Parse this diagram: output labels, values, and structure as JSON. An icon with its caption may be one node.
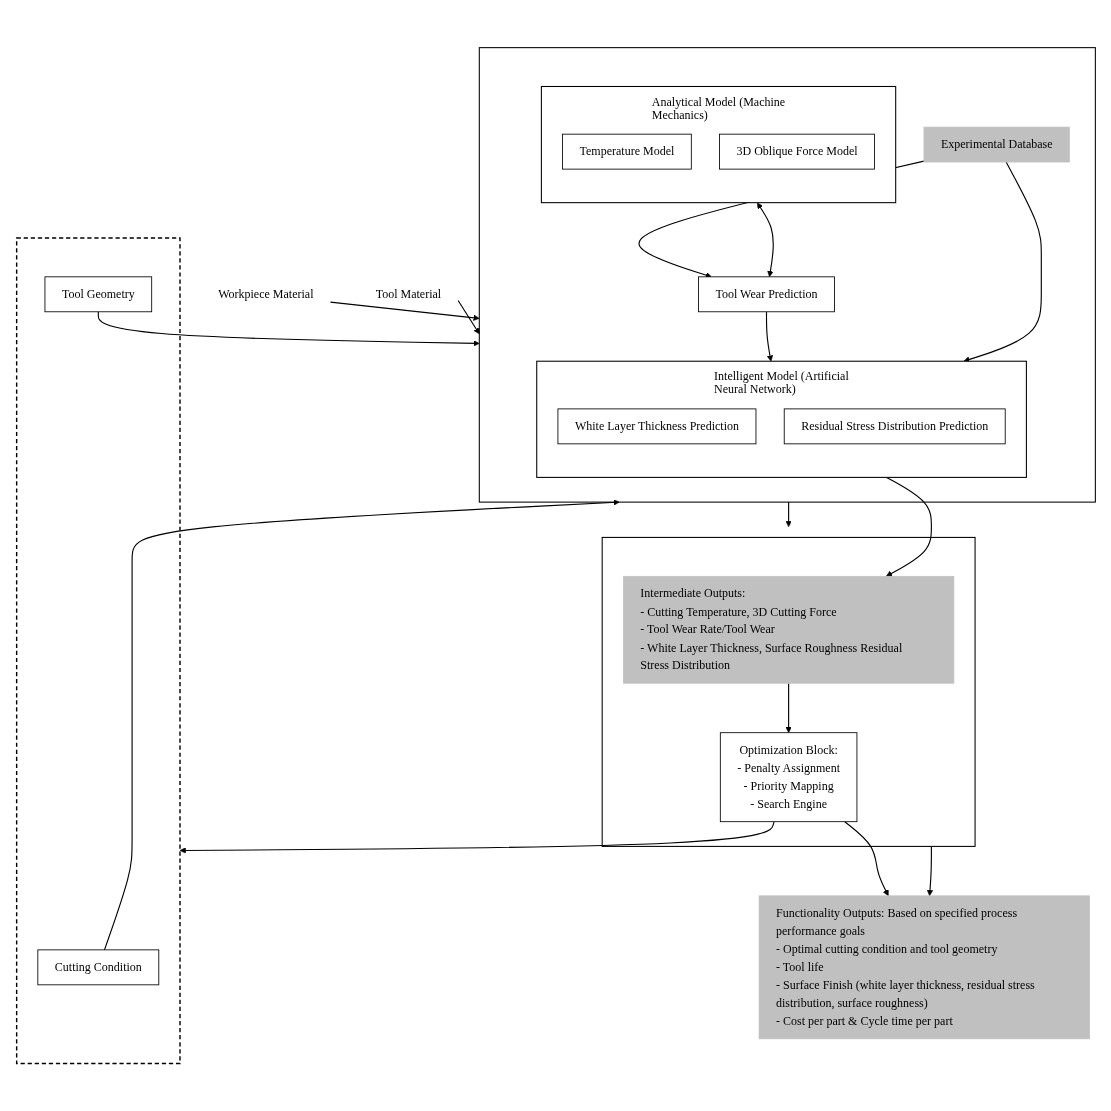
{
  "diagram": {
    "nodes": [
      {
        "text": [],
        "shape": "box"
      },
      {
        "text": [
          "Analytical Model (Machine Mechanics)"
        ],
        "in": 0
      },
      {
        "text": [
          "Temperature Model"
        ],
        "in": 1
      },
      {
        "text": [
          "3D Oblique Force Model"
        ],
        "in": 1
      },
      {
        "text": [
          "Intelligent Model (Artificial Neural Network)"
        ],
        "in": 0
      },
      {
        "text": [
          "White Layer Thickness Prediction"
        ],
        "in": 4
      },
      {
        "text": [
          "Residual Stress Distribution Prediction"
        ],
        "in": 4
      },
      {
        "text": [
          "Tool Wear Prediction"
        ],
        "in": 0
      },
      {
        "text": [
          "Experimental Database"
        ],
        "in": 0
      },
      {
        "text": [
          "Workpiece Material"
        ]
      },
      {
        "text": [
          "Tool Material"
        ]
      },
      {
        "text": [],
        "shape": "box"
      },
      {
        "text": [
          "Cutting Condition"
        ],
        "in": 11
      },
      {
        "text": [
          "Tool Geometry"
        ],
        "in": 11
      },
      {
        "text": [],
        "shape": "box"
      },
      {
        "text": [
          "Intermediate Outputs:",
          "- Cutting Temperature, 3D Cutting Force",
          "- Tool Wear Rate/Tool Wear",
          "- White Layer Thickness, Surface Roughness Residual Stress Distribution"
        ],
        "in": 14
      },
      {
        "text": [
          "Optimization Block:",
          "- Penalty Assignment",
          "- Priority Mapping",
          "- Search Engine"
        ],
        "in": 14
      },
      {
        "text": [
          "Functionality Outputs: Based on specified process performance goals",
          "- Optimal cutting condition and tool geometry",
          "- Tool life",
          "- Surface Finish (white layer thickness, residual stress distribution, surface roughness)",
          "- Cost per part & Cycle time per part"
        ]
      }
    ],
    "edges": [
      {
        "from": 9,
        "to": 0,
        "arrow": "to"
      },
      {
        "from": 10,
        "to": 0,
        "arrow": "to"
      },
      {
        "from": 12,
        "to": 0,
        "arrow": "to"
      },
      {
        "from": 13,
        "to": 0,
        "arrow": "to"
      },
      {
        "from": 16,
        "to": 11,
        "arrow": "to"
      },
      {
        "from": 1,
        "to": 7,
        "arrow": "both"
      },
      {
        "from": 7,
        "to": 4,
        "arrow": "to"
      },
      {
        "from": 8,
        "to": 4,
        "arrow": "to"
      },
      {
        "from": 8,
        "to": 7,
        "arrow": "to"
      },
      {
        "from": 0,
        "to": 14,
        "arrow": "to"
      },
      {
        "from": 4,
        "to": 15,
        "arrow": "to"
      },
      {
        "from": 15,
        "to": 16,
        "arrow": "to"
      },
      {
        "from": 14,
        "to": 17,
        "arrow": "to"
      },
      {
        "from": 16,
        "to": 17,
        "arrow": "to"
      }
    ]
  }
}
